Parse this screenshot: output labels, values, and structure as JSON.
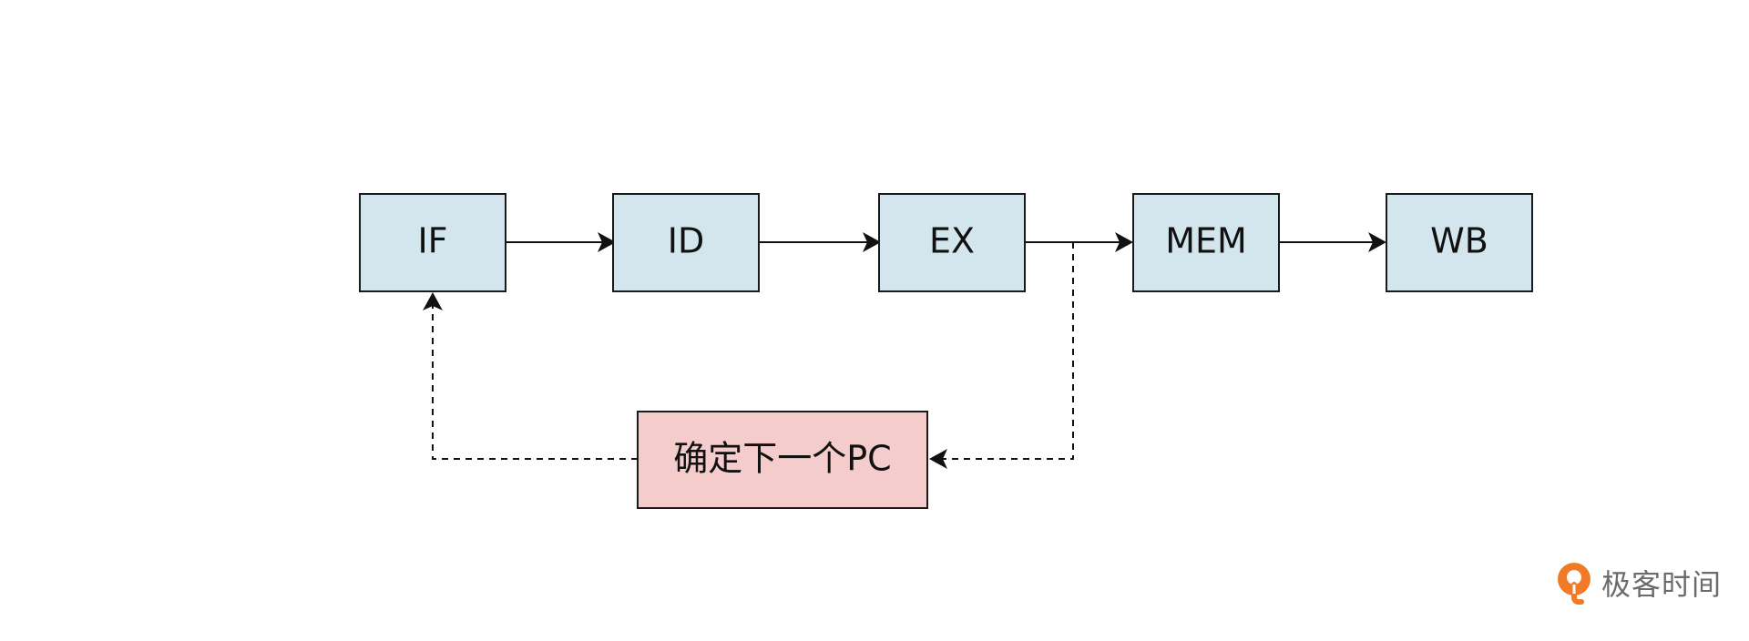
{
  "diagram": {
    "stages": [
      {
        "id": "if",
        "label": "IF"
      },
      {
        "id": "id",
        "label": "ID"
      },
      {
        "id": "ex",
        "label": "EX"
      },
      {
        "id": "mem",
        "label": "MEM"
      },
      {
        "id": "wb",
        "label": "WB"
      }
    ],
    "next_pc": {
      "label": "确定下一个PC"
    },
    "colors": {
      "stage_fill": "#d4e6ed",
      "next_pc_fill": "#f4cccb",
      "stroke": "#1a1a1a"
    },
    "edges": [
      {
        "from": "IF",
        "to": "ID",
        "style": "solid"
      },
      {
        "from": "ID",
        "to": "EX",
        "style": "solid"
      },
      {
        "from": "EX",
        "to": "MEM",
        "style": "solid"
      },
      {
        "from": "MEM",
        "to": "WB",
        "style": "solid"
      },
      {
        "from": "EX",
        "to": "确定下一个PC",
        "style": "dashed"
      },
      {
        "from": "确定下一个PC",
        "to": "IF",
        "style": "dashed"
      }
    ]
  },
  "watermark": {
    "text": "极客时间",
    "icon": "geektime-logo-icon",
    "color": "#f07a26"
  }
}
